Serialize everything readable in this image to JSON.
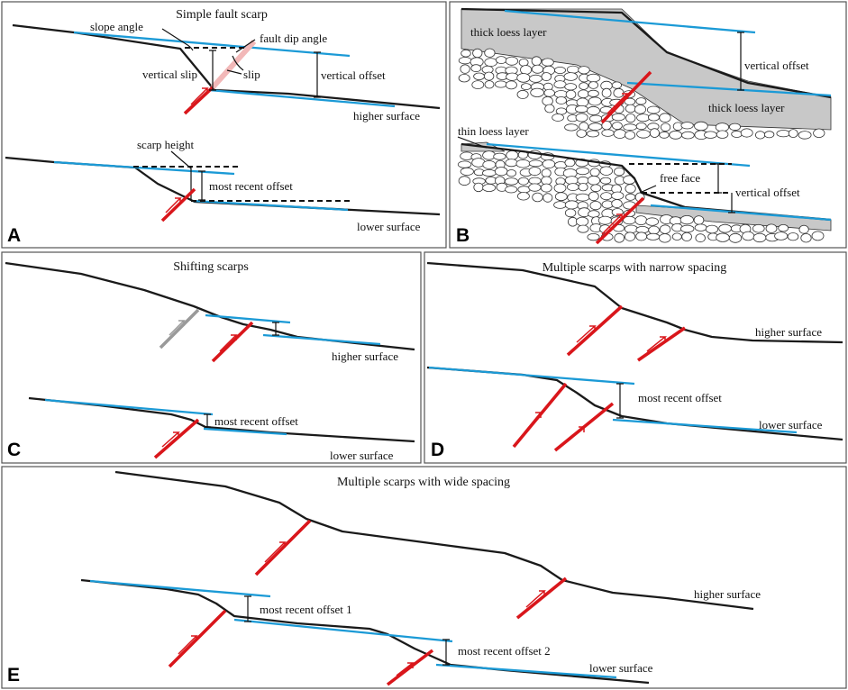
{
  "panels": {
    "A": {
      "letter": "A",
      "title": "Simple fault scarp",
      "labels": {
        "slope_angle": "slope angle",
        "fault_dip_angle": "fault dip angle",
        "vertical_slip": "vertical slip",
        "slip": "slip",
        "vertical_offset": "vertical offset",
        "higher_surface": "higher surface",
        "scarp_height": "scarp height",
        "most_recent_offset": "most recent offset",
        "lower_surface": "lower surface"
      }
    },
    "B": {
      "letter": "B",
      "labels": {
        "thick_loess_layer": "thick loess layer",
        "thick_loess_layer_2": "thick loess layer",
        "vertical_offset": "vertical offset",
        "thin_loess_layer": "thin loess layer",
        "free_face": "free face",
        "vertical_offset_2": "vertical offset"
      }
    },
    "C": {
      "letter": "C",
      "title": "Shifting scarps",
      "labels": {
        "higher_surface": "higher surface",
        "most_recent_offset": "most recent offset",
        "lower_surface": "lower surface"
      }
    },
    "D": {
      "letter": "D",
      "title": "Multiple scarps with narrow spacing",
      "labels": {
        "higher_surface": "higher surface",
        "most_recent_offset": "most recent offset",
        "lower_surface": "lower surface"
      }
    },
    "E": {
      "letter": "E",
      "title": "Multiple scarps with wide spacing",
      "labels": {
        "higher_surface": "higher surface",
        "most_recent_offset_1": "most recent offset 1",
        "most_recent_offset_2": "most recent offset 2",
        "lower_surface": "lower surface"
      }
    }
  },
  "colors": {
    "fault": "#d9161b",
    "surface_line": "#1b9ad6",
    "ground": "#1a1a1a",
    "old_fault": "#9a9a9a",
    "loess": "#c8c8c8"
  }
}
